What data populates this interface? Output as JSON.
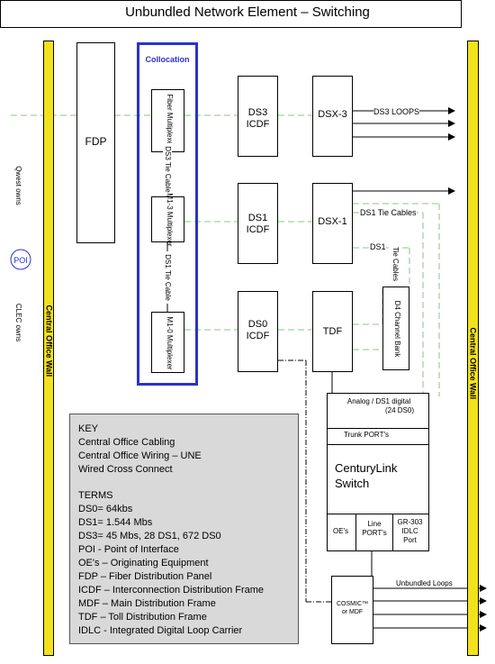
{
  "title": "Unbundled Network Element – Switching",
  "walls": {
    "left": "Central Office Wall",
    "right": "Central Office Wall"
  },
  "left_labels": {
    "qwest": "Qwest owns",
    "poi": "POI",
    "clec": "CLEC owns"
  },
  "fdp": "FDP",
  "collocation": {
    "label": "Collocation",
    "fiber_mux": "Fiber Multiplexer",
    "ds3_tie": "DS3 Tie Cable",
    "m13_mux": "M1-3 Multiplexer",
    "ds1_tie": "DS1 Tie Cable",
    "m10_mux": "M1-0 Multiplexer"
  },
  "icdf": {
    "ds3": [
      "DS3",
      "ICDF"
    ],
    "ds1": [
      "DS1",
      "ICDF"
    ],
    "ds0": [
      "DS0",
      "ICDF"
    ]
  },
  "dsx3": "DSX-3",
  "dsx1": "DSX-1",
  "tdf": "TDF",
  "d4_bank": "D4 Channel Bank",
  "cable_labels": {
    "ds3_loops": "DS3 LOOPS",
    "ds1_tie_cables": "DS1 Tie Cables",
    "ds1": "DS1",
    "tie_cables": "Tie Cables"
  },
  "switch": {
    "analog": "Analog / DS1 digital",
    "ds0_count": "(24 DS0)",
    "trunk_ports": "Trunk PORT's",
    "name_line1": "CenturyLink",
    "name_line2": "Switch",
    "oes": "OE's",
    "line_ports": [
      "Line",
      "PORT's"
    ],
    "gr303": [
      "GR-303",
      "IDLC",
      "Port"
    ]
  },
  "cosmic": [
    "COSMIC™",
    "or MDF"
  ],
  "unbundled_loops": "Unbundled Loops",
  "key": {
    "heading": "KEY",
    "items": [
      "Central Office Cabling",
      "Central Office Wiring – UNE",
      "Wired Cross Connect"
    ],
    "terms_heading": "TERMS",
    "terms": [
      "DS0= 64kbs",
      "DS1= 1.544 Mbs",
      "DS3= 45 Mbs, 28 DS1, 672 DS0",
      "POI - Point of Interface",
      "OE's – Originating Equipment",
      "FDP – Fiber Distribution Panel",
      "ICDF – Interconnection Distribution Frame",
      "MDF – Main Distribution Frame",
      "TDF – Toll Distribution Frame",
      "IDLC - Integrated Digital Loop Carrier"
    ]
  },
  "colors": {
    "wall": "#f2e21d",
    "collocation_border": "#2b33c8",
    "collocation_label": "#2b33c8",
    "cabling_dash": "#9fd49a",
    "key_bg": "#d9d9d9",
    "poi_circle": "#2b33c8"
  }
}
